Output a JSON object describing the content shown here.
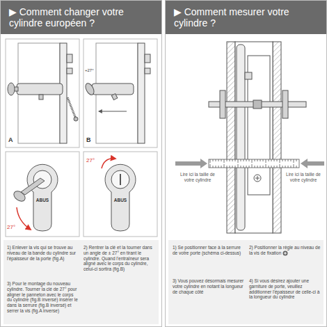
{
  "diagram": {
    "nodes": [
      {
        "text": [
          "▶ Comment changer votre cylindre européen ?"
        ]
      },
      {
        "text": [
          "▶ Comment mesurer votre cylindre ?"
        ]
      }
    ],
    "labels": [
      "A",
      "B",
      "+27°",
      "ABUS",
      "27°",
      "ABUS",
      "27°",
      "1) Enlever la vis qui se trouve au niveau de la bande du cylindre sur l'épaisseur de la porte (fig.A)",
      "2) Rentrer la clé et la tourner dans un angle de ± 27° en tirant le cylindre. Quand l'entraîneur sera aligné avec le corps du cylindre, celui-ci sortira (fig.B)",
      "3) Pour le montage du nouveau cylindre. Tourner la clé de 27° pour aligner le panneton avec le corps du cylindre (fig.B inversé) insérer le dans la serrure (fig.B inversé) et serrer la vis (fig.A inverse)",
      "Lire ici la taille de votre cylindre",
      "Lire ici la taille de votre cylindre",
      "1) Se positionner face à la serrure de votre porte (schéma ci-dessus)",
      "2) Positionner la règle au niveau de la vis de fixation",
      "3) Vous pouvez désormais mesurer votre cylindre en notant la longueur de chaque côté",
      "4) Si vous désirez ajouter une garniture de porte, veuillez additionner l'épaisseur de celle-ci à la longueur du cylindre"
    ]
  }
}
